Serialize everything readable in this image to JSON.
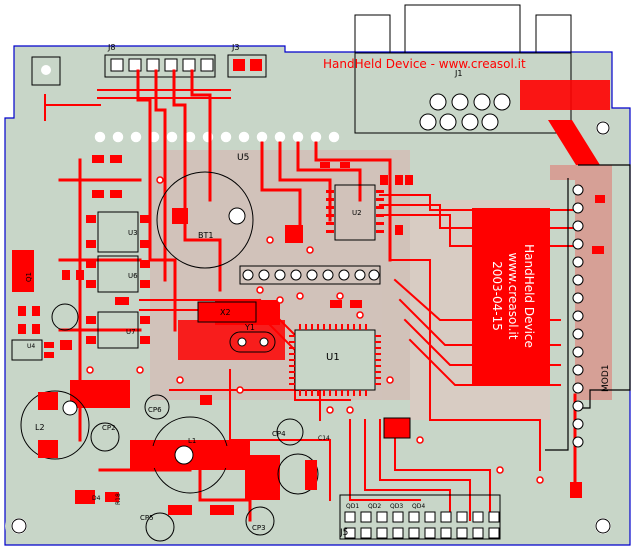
{
  "board": {
    "banner_text": "HandHeld Device - www.creasol.it",
    "panel_lines": [
      "HandHeld Device",
      "www.creasol.it",
      "2003-04-15"
    ],
    "colors": {
      "board": "#c8d6c8",
      "copper": "#ff0000",
      "outline": "#0000cc",
      "silkscreen": "#000000"
    }
  },
  "refdes": {
    "j8": "J8",
    "j3": "J3",
    "j1": "J1",
    "j5": "J5",
    "u5": "U5",
    "u2": "U2",
    "u1": "U1",
    "u3": "U3",
    "u6": "U6",
    "u7": "U7",
    "u4": "U4",
    "q1": "Q1",
    "bt1": "BT1",
    "x2": "X2",
    "y1": "Y1",
    "l1": "L1",
    "l2": "L2",
    "mod1": "MOD1",
    "cp2": "CP2",
    "cp5": "CP5",
    "cp6": "CP6",
    "cp4": "CP4",
    "cp3": "CP3",
    "c14": "C14",
    "r18": "R18",
    "d4": "D4",
    "qd": [
      "QD1",
      "QD2",
      "QD3",
      "QD4"
    ]
  }
}
